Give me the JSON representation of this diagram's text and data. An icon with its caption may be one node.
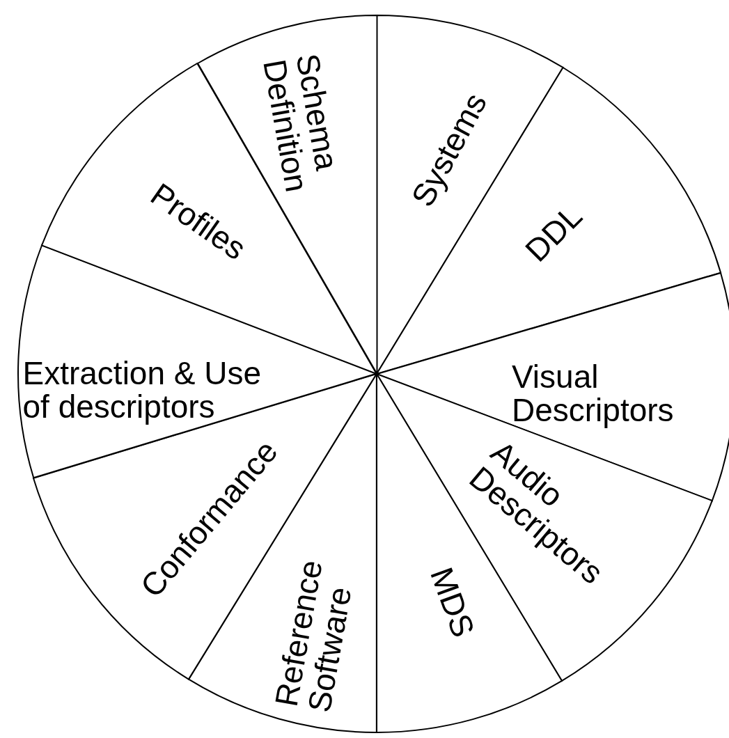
{
  "diagram": {
    "nodes": [
      {
        "text": [
          "Systems"
        ]
      },
      {
        "text": [
          "DDL"
        ]
      },
      {
        "text": [
          "Visual Descriptors"
        ]
      },
      {
        "text": [
          "Audio Descriptors"
        ]
      },
      {
        "text": [
          "MDS"
        ]
      },
      {
        "text": [
          "Reference Software"
        ]
      },
      {
        "text": [
          "Conformance"
        ]
      },
      {
        "text": [
          "Extraction & Use of descriptors"
        ]
      },
      {
        "text": [
          "Profiles"
        ]
      },
      {
        "text": [
          "Schema Definition"
        ]
      }
    ]
  }
}
